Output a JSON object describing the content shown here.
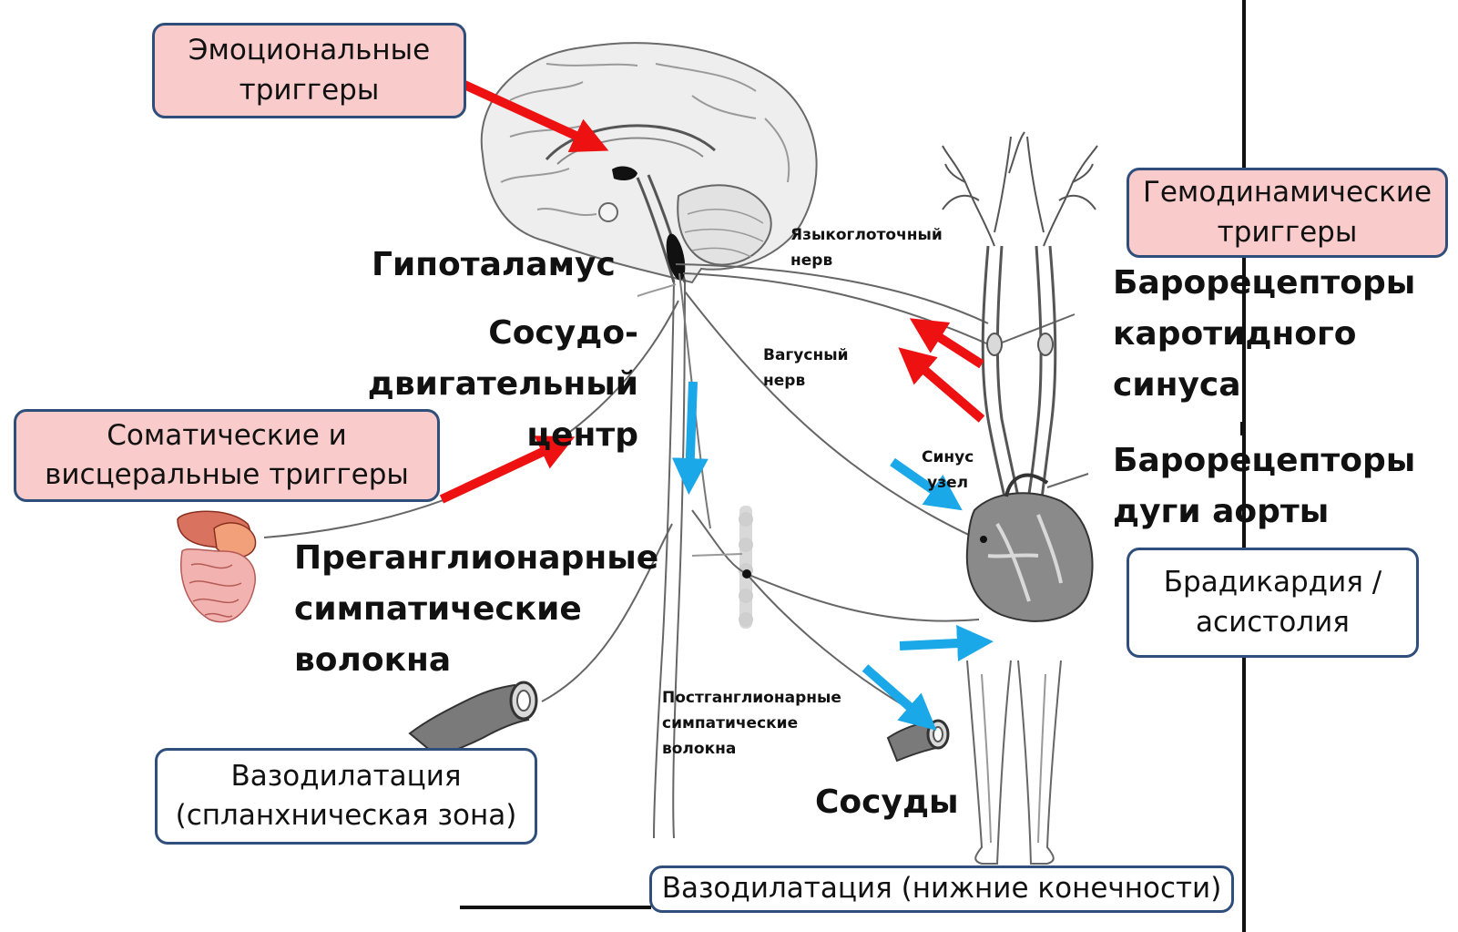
{
  "triggers": {
    "emotional": "Эмоциональные\nтриггеры",
    "somatic": "Соматические и\nвисцеральные триггеры",
    "hemodynamic": "Гемодинамические\nтриггеры"
  },
  "effects": {
    "splanchnic": "Вазодилатация\n(спланхническая зона)",
    "bradycardia": "Брадикардия /\nасистолия",
    "lower_limbs": "Вазодилатация (нижние конечности)"
  },
  "labels": {
    "hypothalamus": "Гипоталамус",
    "vasomotor": "Сосудо-\nдвигательный центр",
    "preganglionic": "Преганглионарные\nсимпатические\nволокна",
    "carotid": "Барорецепторы\nкаротидного\nсинуса",
    "aortic": "Барорецепторы\nдуги аорты",
    "vessels": "Сосуды",
    "glossopharyngeal": "Языкоглоточный\nнерв",
    "vagus": "Вагусный\nнерв",
    "sinus_node": "Синус\nузел",
    "postganglionic": "Постганглионарные\nсимпатические\nволокна"
  },
  "colors": {
    "trigger_fill": "#f9cccb",
    "box_border": "#2f4e7b",
    "red_arrow": "#ee1111",
    "blue_arrow": "#1aa8e8"
  }
}
